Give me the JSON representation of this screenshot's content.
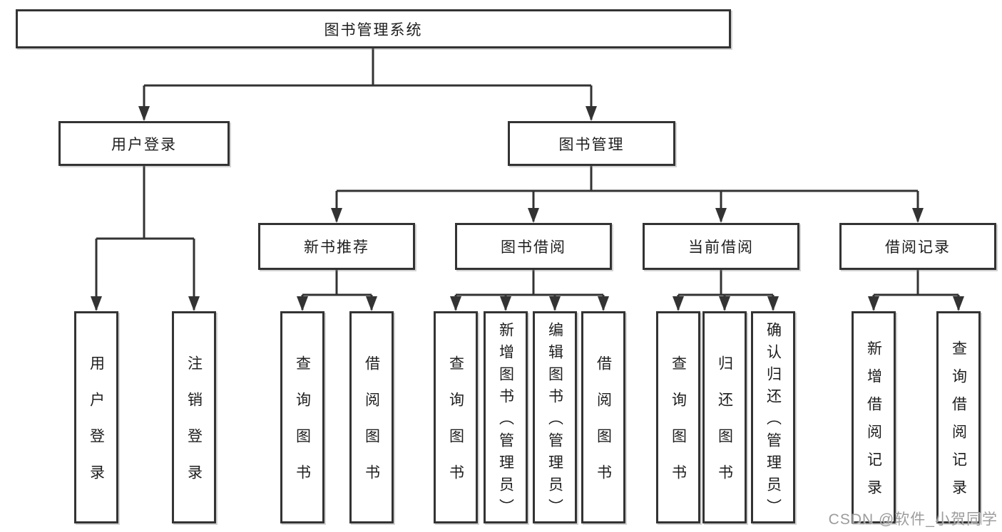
{
  "diagram": {
    "root": {
      "label": "图书管理系统"
    },
    "branches": {
      "user_login": {
        "label": "用户登录",
        "children": {
          "login": "用户登录",
          "logout": "注销登录"
        }
      },
      "book_management": {
        "label": "图书管理",
        "sections": {
          "new_book": {
            "label": "新书推荐",
            "children": {
              "query": "查询图书",
              "borrow": "借阅图书"
            }
          },
          "borrow": {
            "label": "图书借阅",
            "children": {
              "query": "查询图书",
              "add": "新增图书（管理员）",
              "edit": "编辑图书（管理员）",
              "borrow": "借阅图书"
            }
          },
          "current": {
            "label": "当前借阅",
            "children": {
              "query": "查询图书",
              "return": "归还图书",
              "confirm": "确认归还（管理员）"
            }
          },
          "record": {
            "label": "借阅记录",
            "children": {
              "add": "新增借阅记录",
              "query": "查询借阅记录"
            }
          }
        }
      }
    }
  },
  "watermark": {
    "text": "CSDN @软件_小贺同学"
  },
  "style": {
    "line_color": "#333333",
    "text_color": "#1e1e1e",
    "background": "#ffffff",
    "watermark_color": "#9c9c9c"
  }
}
